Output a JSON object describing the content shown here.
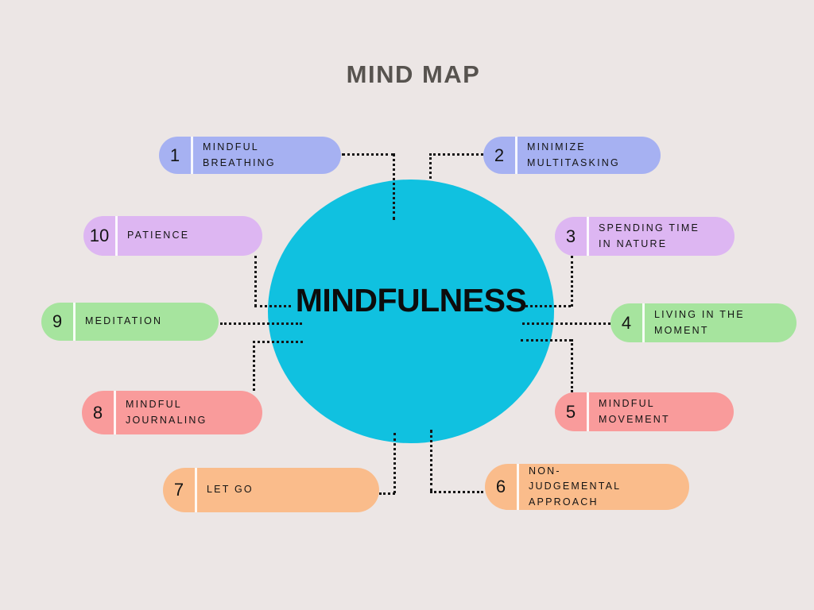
{
  "title": "MIND MAP",
  "center": {
    "label": "MINDFULNESS",
    "color": "#10c1e0"
  },
  "colors": {
    "background": "#ece6e5",
    "title_text": "#57534f",
    "node_text": "#141414",
    "connector": "#151515",
    "divider": "#ffffff",
    "node_blue": "#a6b1f2",
    "node_lavender": "#ddb6f2",
    "node_green": "#a6e49e",
    "node_salmon": "#f99b9b",
    "node_peach": "#fabc8b"
  },
  "nodes": [
    {
      "number": "1",
      "label": "MINDFUL\nBREATHING",
      "color": "#a6b1f2"
    },
    {
      "number": "2",
      "label": "MINIMIZE\nMULTITASKING",
      "color": "#a6b1f2"
    },
    {
      "number": "3",
      "label": "SPENDING TIME\nIN NATURE",
      "color": "#ddb6f2"
    },
    {
      "number": "4",
      "label": "LIVING IN THE\nMOMENT",
      "color": "#a6e49e"
    },
    {
      "number": "5",
      "label": "MINDFUL\nMOVEMENT",
      "color": "#f99b9b"
    },
    {
      "number": "6",
      "label": "NON-\nJUDGEMENTAL\nAPPROACH",
      "color": "#fabc8b"
    },
    {
      "number": "7",
      "label": "LET GO",
      "color": "#fabc8b"
    },
    {
      "number": "8",
      "label": "MINDFUL\nJOURNALING",
      "color": "#f99b9b"
    },
    {
      "number": "9",
      "label": "MEDITATION",
      "color": "#a6e49e"
    },
    {
      "number": "10",
      "label": "PATIENCE",
      "color": "#ddb6f2"
    }
  ]
}
